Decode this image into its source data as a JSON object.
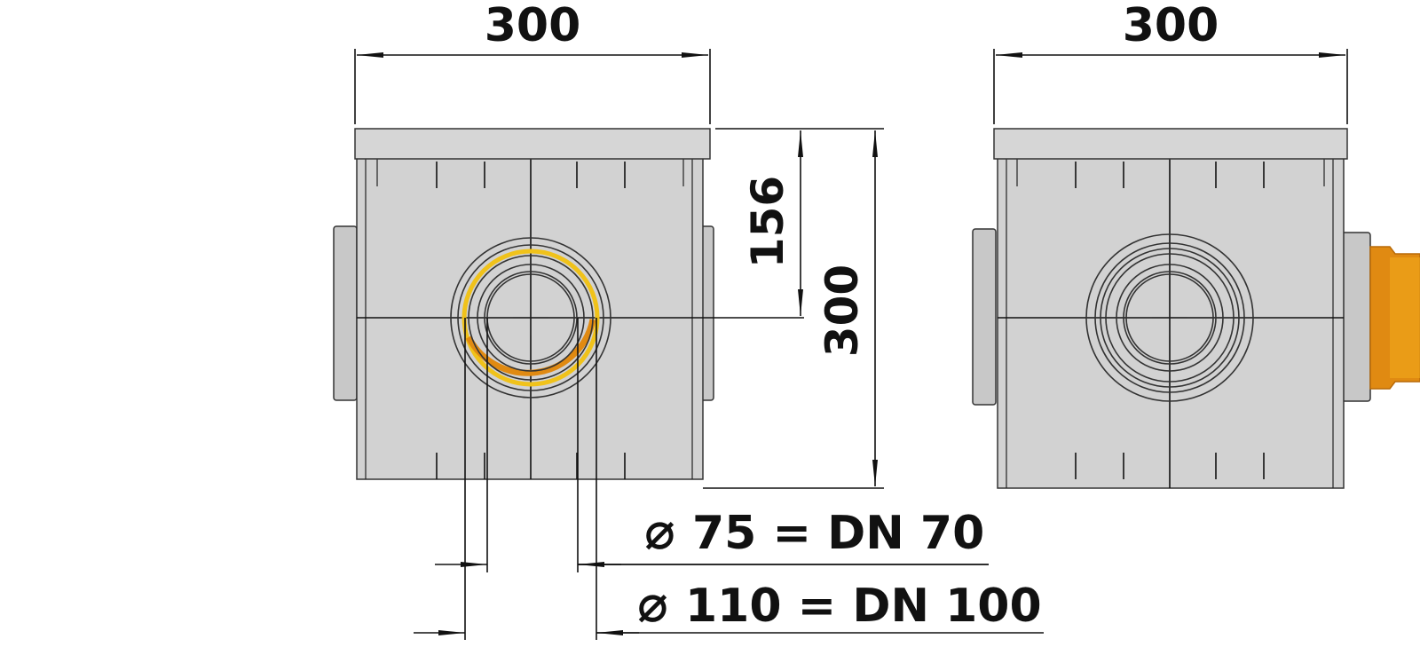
{
  "dimensions": {
    "left_width": "300",
    "right_width": "300",
    "outlet_height": "156",
    "total_height": "300",
    "inner_diameter": {
      "symbol": "⌀",
      "value": "75 = DN 70"
    },
    "outer_diameter": {
      "symbol": "⌀",
      "value": "110 = DN 100"
    }
  },
  "colors": {
    "housing": "#d2d2d2",
    "seal_orange": "#e08a12",
    "seal_yellow": "#f0c21a",
    "outline": "#333333"
  }
}
